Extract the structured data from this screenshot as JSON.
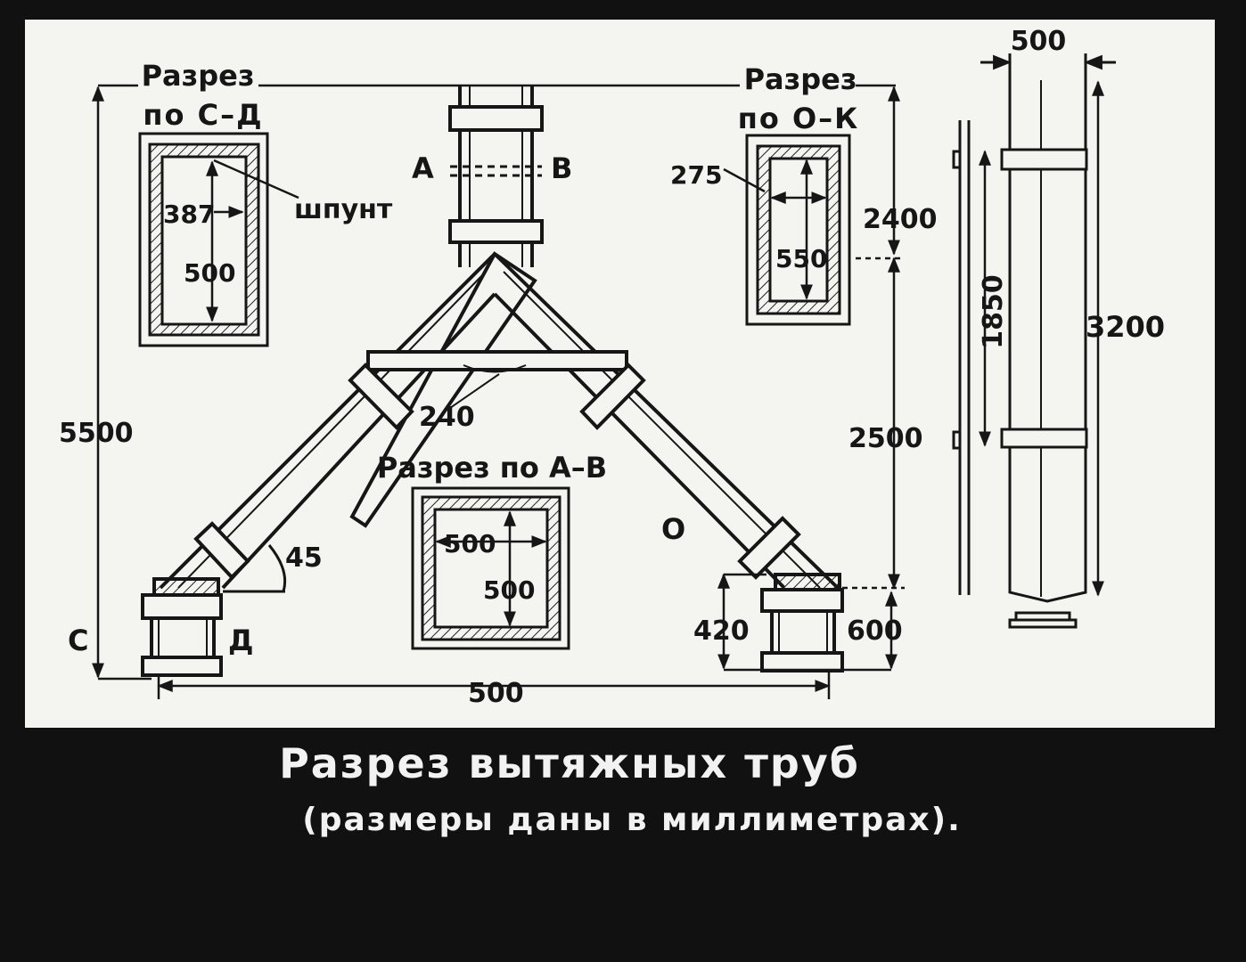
{
  "caption": {
    "title": "Разрез вытяжных труб",
    "subtitle": "(размеры даны в миллиметрах)."
  },
  "sections": {
    "cd": {
      "line1": "Разрез",
      "line2": "по С–Д",
      "dim1": "387",
      "dim2": "500",
      "note": "шпунт"
    },
    "ok": {
      "line1": "Разрез",
      "line2": "по О–К",
      "dim1": "275",
      "dim2": "550"
    },
    "ab": {
      "title": "Разрез по А–В",
      "dim1": "500",
      "dim2": "500"
    }
  },
  "labels": {
    "a": "А",
    "b": "В",
    "c": "С",
    "d": "Д",
    "o": "О"
  },
  "dimensions": {
    "total_height": "5500",
    "upper": "2400",
    "lower": "2500",
    "base_width": "500",
    "base_left": "420",
    "base_right": "600",
    "gap": "240",
    "angle": "45",
    "side_width": "500",
    "side_inner": "1850",
    "side_total": "3200"
  }
}
